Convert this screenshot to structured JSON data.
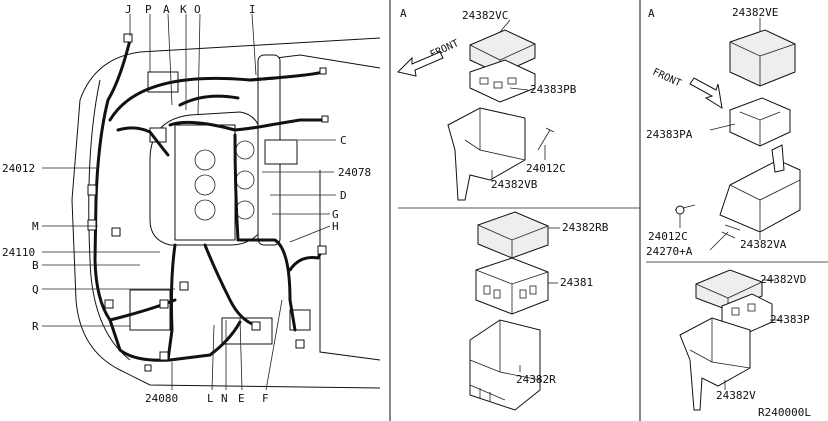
{
  "main": {
    "callouts": {
      "J": "J",
      "P": "P",
      "A": "A",
      "K": "K",
      "O": "O",
      "I": "I",
      "C": "C",
      "D": "D",
      "G": "G",
      "H": "H",
      "M": "M",
      "B": "B",
      "Q": "Q",
      "R": "R",
      "L": "L",
      "N": "N",
      "E": "E",
      "F": "F",
      "p24012": "24012",
      "p24078": "24078",
      "p24110": "24110",
      "p24080": "24080"
    }
  },
  "panel_a1": {
    "section": "A",
    "front": "FRONT",
    "parts": [
      "24382VC",
      "24383PB",
      "24012C",
      "24382VB"
    ]
  },
  "panel_a2": {
    "section": "A",
    "front": "FRONT",
    "parts": [
      "24382VE",
      "24383PA",
      "24012C",
      "24270+A",
      "24382VA"
    ]
  },
  "panel_b": {
    "parts": [
      "24382RB",
      "24381",
      "24382R"
    ]
  },
  "panel_c": {
    "parts": [
      "24382VD",
      "24383P",
      "24382V"
    ]
  },
  "footer": {
    "ref_code": "R240000L"
  }
}
